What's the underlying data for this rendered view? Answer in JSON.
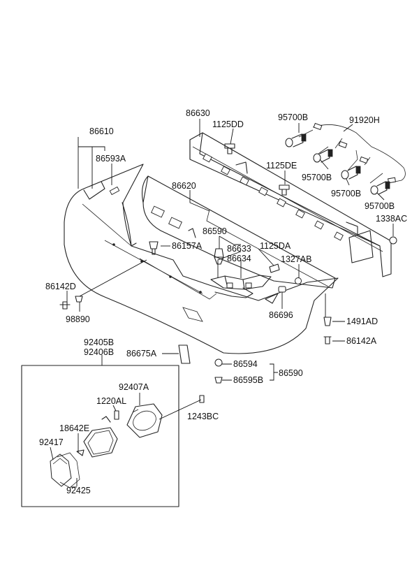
{
  "labels": {
    "l86630": "86630",
    "l1125DD": "1125DD",
    "l95700B_a": "95700B",
    "l91920H": "91920H",
    "l86610": "86610",
    "l86593A": "86593A",
    "l1125DE": "1125DE",
    "l95700B_b": "95700B",
    "l86620": "86620",
    "l95700B_c": "95700B",
    "l95700B_d": "95700B",
    "l1338AC": "1338AC",
    "l86590_a": "86590",
    "l86157A": "86157A",
    "l1125DA": "1125DA",
    "l86633": "86633",
    "l86634": "86634",
    "l1327AB": "1327AB",
    "l86142D": "86142D",
    "l98890": "98890",
    "l86696": "86696",
    "l1491AD": "1491AD",
    "l86142A": "86142A",
    "l92405B": "92405B",
    "l92406B": "92406B",
    "l86675A": "86675A",
    "l86594": "86594",
    "l86590_b": "86590",
    "l86595B": "86595B",
    "l92407A": "92407A",
    "l1220AL": "1220AL",
    "l1243BC": "1243BC",
    "l18642E": "18642E",
    "l92417": "92417",
    "l92425": "92425"
  }
}
